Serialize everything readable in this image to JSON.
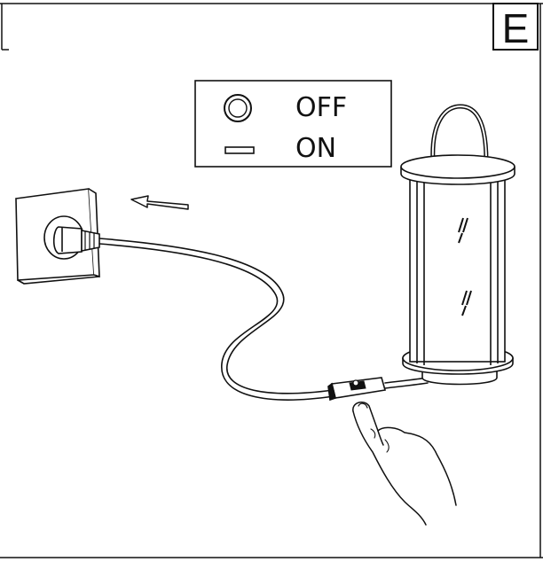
{
  "step": {
    "letter": "E"
  },
  "legend": {
    "off_label": "OFF",
    "on_label": "ON",
    "off_symbol": "circle-icon",
    "on_symbol": "dash-icon"
  },
  "illustration": {
    "icons": [
      "wall-socket-icon",
      "plug-icon",
      "arrow-left-icon",
      "cord-switch-icon",
      "lantern-icon",
      "pointing-hand-icon"
    ]
  },
  "colors": {
    "line": "#111111",
    "background": "#ffffff"
  }
}
